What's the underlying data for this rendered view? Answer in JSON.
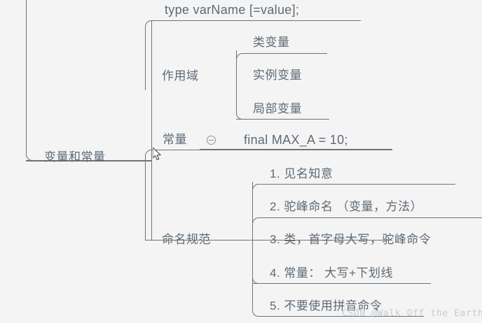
{
  "canvas": {
    "background": "#f4f4f4",
    "line_color": "#6e7377",
    "text_color": "#5e6a75",
    "watermark_color": "#c9ccce"
  },
  "mindmap": {
    "root": {
      "label": "变量和常量"
    },
    "branches": [
      {
        "label": "type varName [=value];",
        "kind": "syntax",
        "children": []
      },
      {
        "label": "作用域",
        "kind": "scope",
        "children": [
          {
            "label": "类变量"
          },
          {
            "label": "实例变量"
          },
          {
            "label": "局部变量"
          }
        ]
      },
      {
        "label": "常量",
        "kind": "constant",
        "toggle": "collapse-minus-icon",
        "value": "final  MAX_A  = 10;",
        "children": []
      },
      {
        "label": "命名规范",
        "kind": "naming",
        "children": [
          {
            "label": "1. 见名知意"
          },
          {
            "label": "2. 驼峰命名  （变量，方法）"
          },
          {
            "label": "3. 类，首字母大写，驼峰命令"
          },
          {
            "label": "4. 常量：  大写+下划线"
          },
          {
            "label": "5. 不要使用拼音命令"
          }
        ]
      }
    ]
  },
  "watermark": {
    "text": "CSDN @Walk Off the Earth"
  }
}
